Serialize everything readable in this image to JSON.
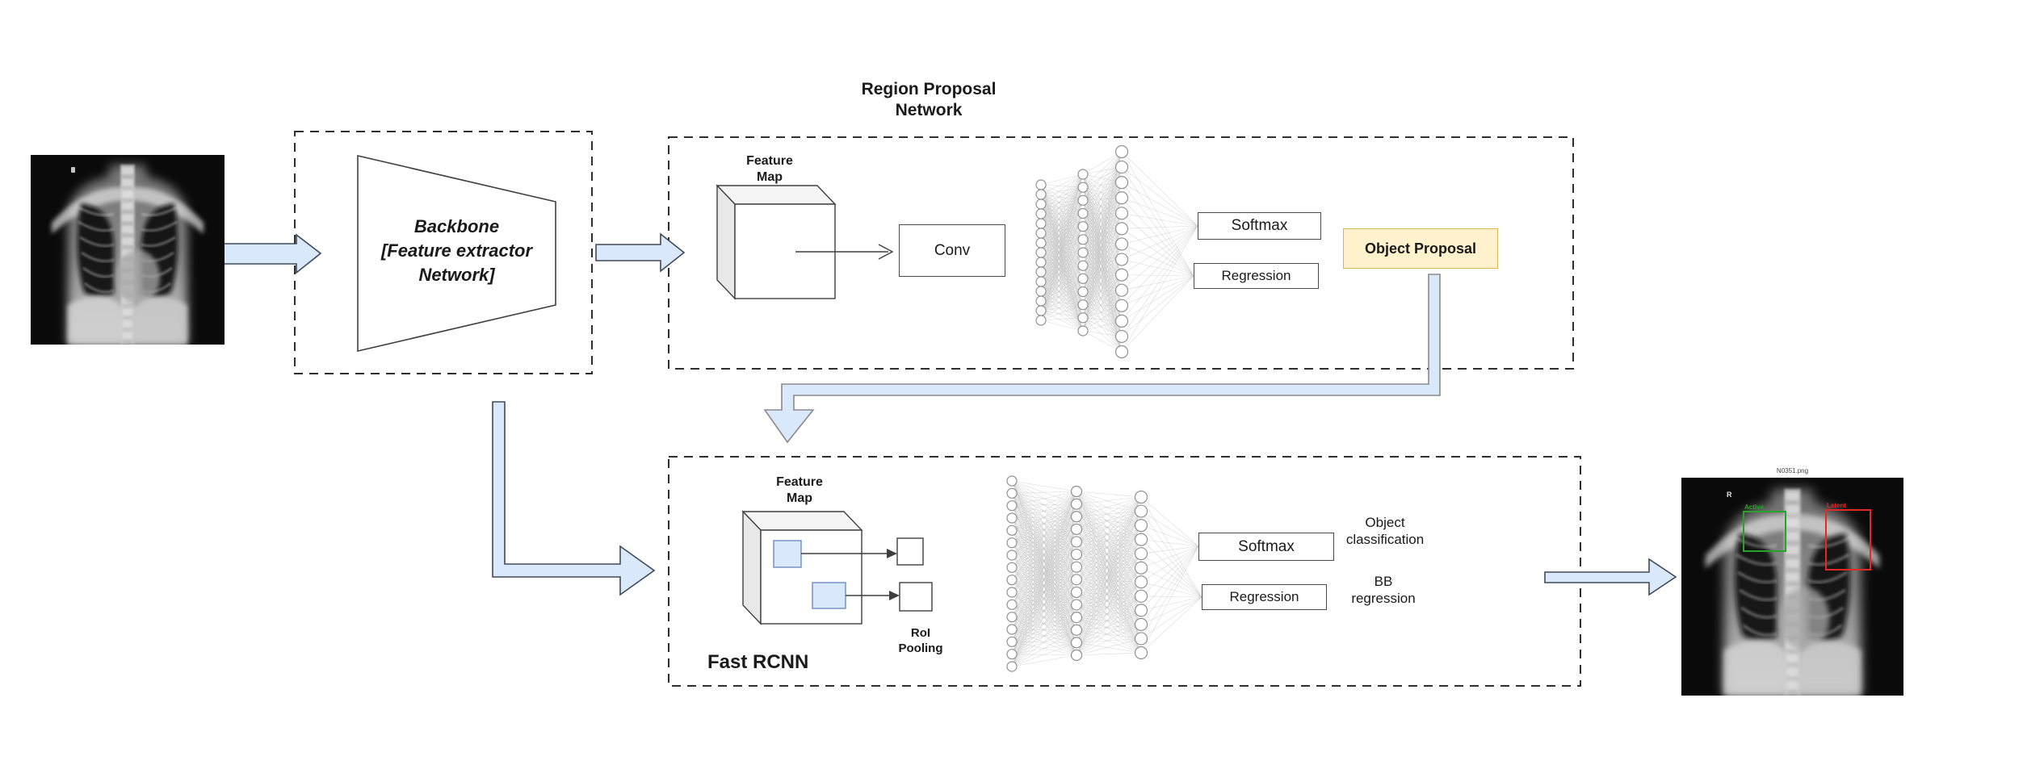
{
  "diagram": {
    "backbone": {
      "label": "Backbone\n[Feature extractor\nNetwork]"
    },
    "rpn": {
      "title": "Region Proposal\nNetwork",
      "feature_map_label": "Feature\nMap",
      "conv_label": "Conv",
      "softmax_label": "Softmax",
      "regression_label": "Regression",
      "object_proposal_label": "Object Proposal"
    },
    "fast_rcnn": {
      "title": "Fast RCNN",
      "feature_map_label": "Feature\nMap",
      "roi_pooling_label": "RoI\nPooling",
      "softmax_label": "Softmax",
      "regression_label": "Regression",
      "classification_output_label": "Object\nclassification",
      "regression_output_label": "BB\nregression"
    },
    "output_image": {
      "filename": "N0351.png",
      "marker": "R",
      "detections": [
        {
          "label": "Active",
          "color": "#28a228"
        },
        {
          "label": "Latent",
          "color": "#e12a26"
        }
      ]
    },
    "colors": {
      "arrow_fill": "#dae8fc",
      "arrow_stroke": "#3f4a56",
      "connector_stroke": "#8a8a8a",
      "proposal_fill": "#fff2cc",
      "proposal_stroke": "#d6b656",
      "roi_fill": "#dae8fc",
      "roi_stroke": "#6c8ebf"
    }
  }
}
